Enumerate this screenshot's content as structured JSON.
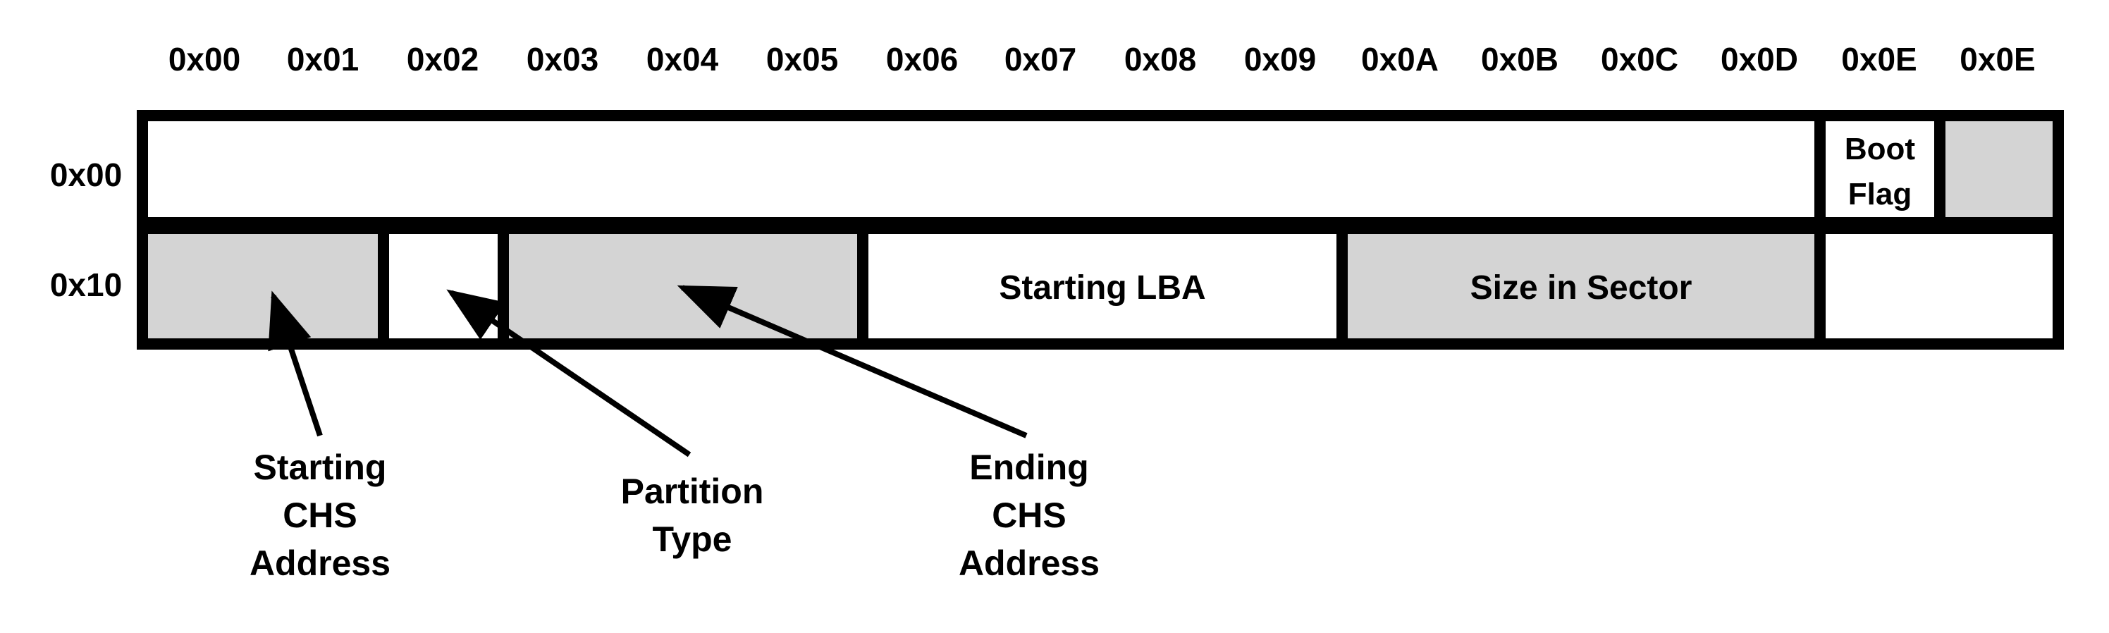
{
  "colors": {
    "stroke": "#000000",
    "shaded": "#d4d4d4",
    "plain": "#ffffff"
  },
  "column_offsets": [
    "0x00",
    "0x01",
    "0x02",
    "0x03",
    "0x04",
    "0x05",
    "0x06",
    "0x07",
    "0x08",
    "0x09",
    "0x0A",
    "0x0B",
    "0x0C",
    "0x0D",
    "0x0E",
    "0x0E"
  ],
  "row_offsets": [
    "0x00",
    "0x10"
  ],
  "fields": {
    "boot_flag": [
      "Boot",
      "Flag"
    ],
    "starting_lba": "Starting LBA",
    "size_in_sector": "Size in Sector"
  },
  "callouts": {
    "starting_chs": [
      "Starting",
      "CHS",
      "Address"
    ],
    "partition_type": [
      "Partition",
      "Type"
    ],
    "ending_chs": [
      "Ending",
      "CHS",
      "Address"
    ]
  }
}
